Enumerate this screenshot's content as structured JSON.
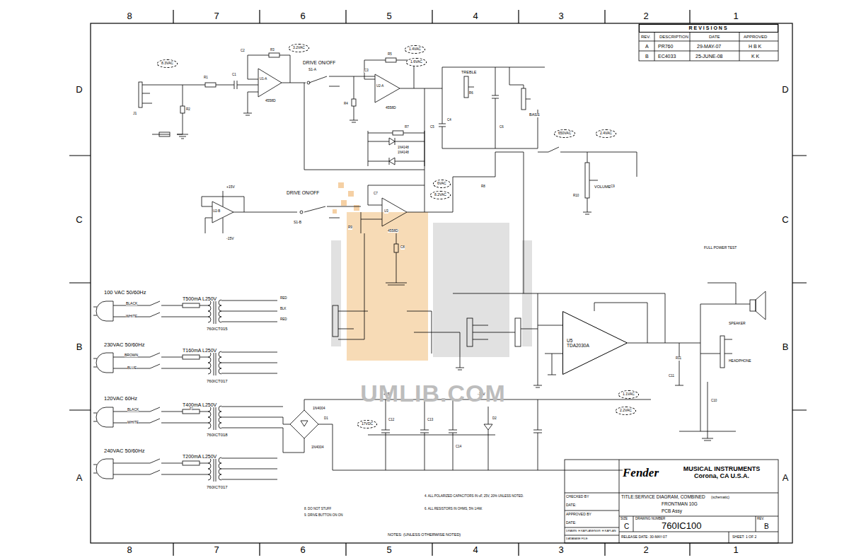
{
  "diagram": {
    "nodes": [
      {
        "text": [
          "REVISIONS"
        ]
      },
      {
        "text": [
          "MUSICAL INSTRUMENTS",
          "Corona, CA  U.S.A."
        ]
      },
      {
        "text": [
          "U5",
          "TDA2030A"
        ]
      },
      {
        "text": [
          "8.3VAC"
        ]
      },
      {
        "text": [
          "3.2VAC"
        ]
      },
      {
        "text": [
          "1.4VAC"
        ]
      },
      {
        "text": [
          "1.6VAC"
        ]
      },
      {
        "text": [
          "650VAC"
        ]
      },
      {
        "text": [
          "2.4VAC"
        ]
      },
      {
        "text": [
          "6VAC"
        ]
      },
      {
        "text": [
          "8.2VAC"
        ]
      },
      {
        "text": [
          "1.1VAC"
        ]
      },
      {
        "text": [
          "2.2VAC"
        ]
      },
      {
        "text": [
          "17VDC"
        ]
      }
    ],
    "labels": [
      "8",
      "7",
      "6",
      "5",
      "4",
      "3",
      "2",
      "1",
      "8",
      "7",
      "6",
      "5",
      "4",
      "3",
      "2",
      "1",
      "D",
      "C",
      "B",
      "A",
      "D",
      "C",
      "B",
      "A",
      "REV.",
      "DESCRIPTION",
      "DATE",
      "APPROVED",
      "A",
      "PR760",
      "29-MAY-07",
      "H B K",
      "B",
      "EC4033",
      "25-JUNE-08",
      "K K",
      "Fender",
      "CHECKED BY",
      "DATE:",
      "APPROVED BY",
      "DATE:",
      "DRAWN: H KAPLAN",
      "ENGR: H KAPLAN",
      "DATABASE FILE:",
      "TITLE:SERVICE DIAGRAM, COMBINED",
      "(schematic)",
      "FRONTMAN 10G",
      "PCB Assy",
      "SIZE",
      "C",
      "DRAWING NUMBER",
      "760IC100",
      "REV.",
      "B",
      "RELEASE DATE: 30-MAY-07",
      "SHEET: 1 OF 2",
      "100 VAC 50/60Hz",
      "BLACK",
      "WHITE",
      "T500mA L250V",
      "760ICT015",
      "230VAC 50/60Hz",
      "BROWN",
      "BLUE",
      "T160mA L250V",
      "760ICT017",
      "120VAC 60Hz",
      "BLACK",
      "WHITE",
      "T400mA L250V",
      "760ICT018",
      "240VAC 50/60Hz",
      "T200mA L250V",
      "760ICT017",
      "DRIVE ON/OFF",
      "S1-A",
      "DRIVE ON/OFF",
      "S1-B",
      "TREBLE",
      "BASS",
      "VOLUME",
      "4558D",
      "4558D",
      "4558D",
      "U1-A",
      "U2-A",
      "U3",
      "U2-B",
      "HEADPHONE",
      "SPEAKER",
      "FULL POWER TEST",
      "1N4148",
      "1N4148",
      "1N4004",
      "1N4004",
      "+15V",
      "-15V",
      "+15V",
      "-15V",
      "J1",
      "NOTES: (UNLESS OTHERWISE NOTED)",
      "4. ALL POLARIZED CAPACITORS IN uF, 25V, 20% UNLESS NOTED.",
      "6. ALL RESISTORS IN OHMS, 5% 1/4W.",
      "8. DO NOT STUFF",
      "9. DRIVE BUTTON ON ON",
      "UMLIB.COM",
      "R1",
      "C1",
      "R2",
      "R3",
      "C2",
      "R4",
      "C3",
      "R5",
      "C4",
      "C5",
      "R6",
      "C6",
      "R7",
      "C7",
      "R8",
      "R9",
      "C8",
      "R10",
      "C9",
      "C10",
      "R11",
      "C11",
      "C12",
      "C13",
      "C14",
      "D1",
      "D2",
      "F1",
      "RED",
      "BLK",
      "RED"
    ]
  }
}
